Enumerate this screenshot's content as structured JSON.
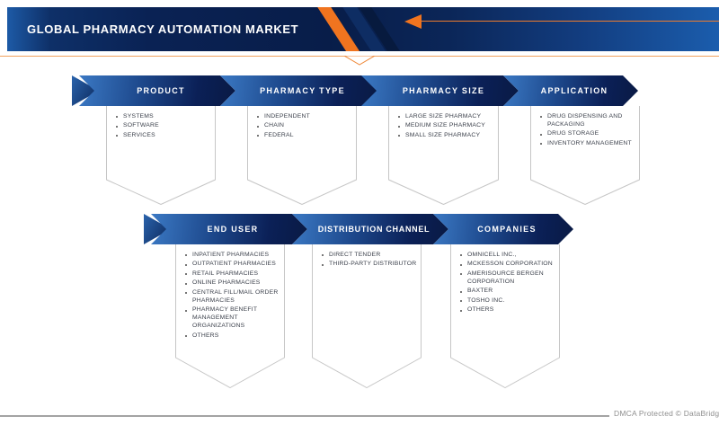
{
  "header": {
    "title": "GLOBAL PHARMACY AUTOMATION MARKET"
  },
  "colors": {
    "accent_orange": "#f0741f",
    "navy_dark": "#0a2254",
    "band_blue_light": "#3b79c4",
    "outline_gray": "#c6c6c6"
  },
  "segments": {
    "row1": [
      {
        "label": "PRODUCT",
        "items": [
          "SYSTEMS",
          "SOFTWARE",
          "SERVICES"
        ]
      },
      {
        "label": "PHARMACY TYPE",
        "items": [
          "INDEPENDENT",
          "CHAIN",
          "FEDERAL"
        ]
      },
      {
        "label": "PHARMACY SIZE",
        "items": [
          "LARGE SIZE PHARMACY",
          "MEDIUM SIZE PHARMACY",
          "SMALL SIZE PHARMACY"
        ]
      },
      {
        "label": "APPLICATION",
        "items": [
          "DRUG DISPENSING AND PACKAGING",
          "DRUG STORAGE",
          "INVENTORY MANAGEMENT"
        ]
      }
    ],
    "row2": [
      {
        "label": "END USER",
        "items": [
          "INPATIENT PHARMACIES",
          "OUTPATIENT PHARMACIES",
          "RETAIL PHARMACIES",
          "ONLINE PHARMACIES",
          "CENTRAL FILL/MAIL ORDER PHARMACIES",
          "PHARMACY BENEFIT MANAGEMENT ORGANIZATIONS",
          "OTHERS"
        ]
      },
      {
        "label": "DISTRIBUTION CHANNEL",
        "items": [
          "DIRECT TENDER",
          "THIRD-PARTY DISTRIBUTOR"
        ]
      },
      {
        "label": "COMPANIES",
        "items": [
          "OMNICELL INC.,",
          "MCKESSON CORPORATION",
          "AMERISOURCE BERGEN CORPORATION",
          "BAXTER",
          "TOSHO INC.",
          "OTHERS"
        ]
      }
    ]
  },
  "footer": {
    "text": "DMCA Protected © DataBridge"
  }
}
